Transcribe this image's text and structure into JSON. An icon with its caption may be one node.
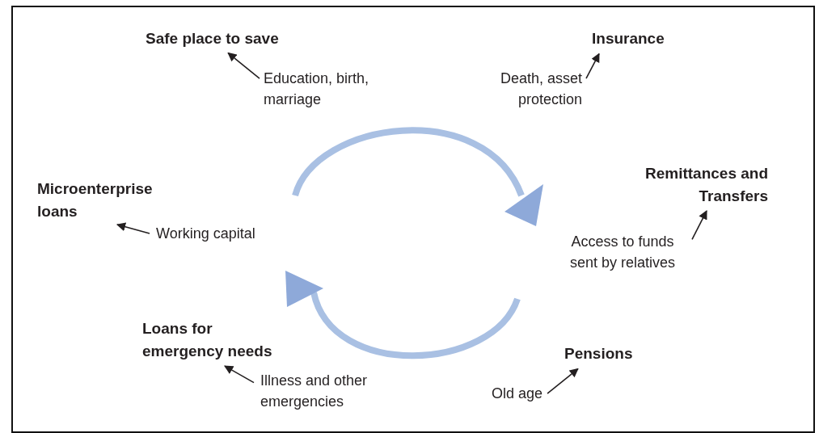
{
  "diagram": {
    "nodes": [
      {
        "text": [
          "Safe place to save"
        ]
      },
      {
        "text": [
          "Education, birth, marriage"
        ]
      },
      {
        "text": [
          "Insurance"
        ]
      },
      {
        "text": [
          "Death, asset protection"
        ]
      },
      {
        "text": [
          "Microenterprise loans"
        ]
      },
      {
        "text": [
          "Working capital"
        ]
      },
      {
        "text": [
          "Remittances and Transfers"
        ]
      },
      {
        "text": [
          "Access to funds sent by relatives"
        ]
      },
      {
        "text": [
          "Loans for emergency needs"
        ]
      },
      {
        "text": [
          "Illness and other emergencies"
        ]
      },
      {
        "text": [
          "Pensions"
        ]
      },
      {
        "text": [
          "Old age"
        ]
      }
    ],
    "edges": [
      {
        "from": 1,
        "to": 0,
        "arrow": "to"
      },
      {
        "from": 3,
        "to": 2,
        "arrow": "to"
      },
      {
        "from": 5,
        "to": 4,
        "arrow": "to"
      },
      {
        "from": 7,
        "to": 6,
        "arrow": "to"
      },
      {
        "from": 9,
        "to": 8,
        "arrow": "to"
      },
      {
        "from": 11,
        "to": 10,
        "arrow": "to"
      }
    ]
  }
}
